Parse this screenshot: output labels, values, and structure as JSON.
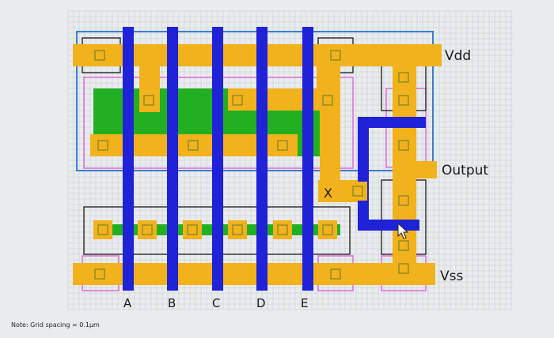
{
  "labels": {
    "vdd": "Vdd",
    "output": "Output",
    "vss": "Vss",
    "node_x": "X"
  },
  "inputs": [
    "A",
    "B",
    "C",
    "D",
    "E"
  ],
  "note": "Note: Grid spacing = 0.1μm",
  "colors": {
    "background": "#e9ecee",
    "grid": "#c9ced2",
    "metal": "#f2b21b",
    "poly": "#1f22d6",
    "diffusion": "#22b022",
    "well_outline": "#3b7fd0",
    "select_outline": "#e06ad8",
    "contact": "#8a8a2a"
  }
}
